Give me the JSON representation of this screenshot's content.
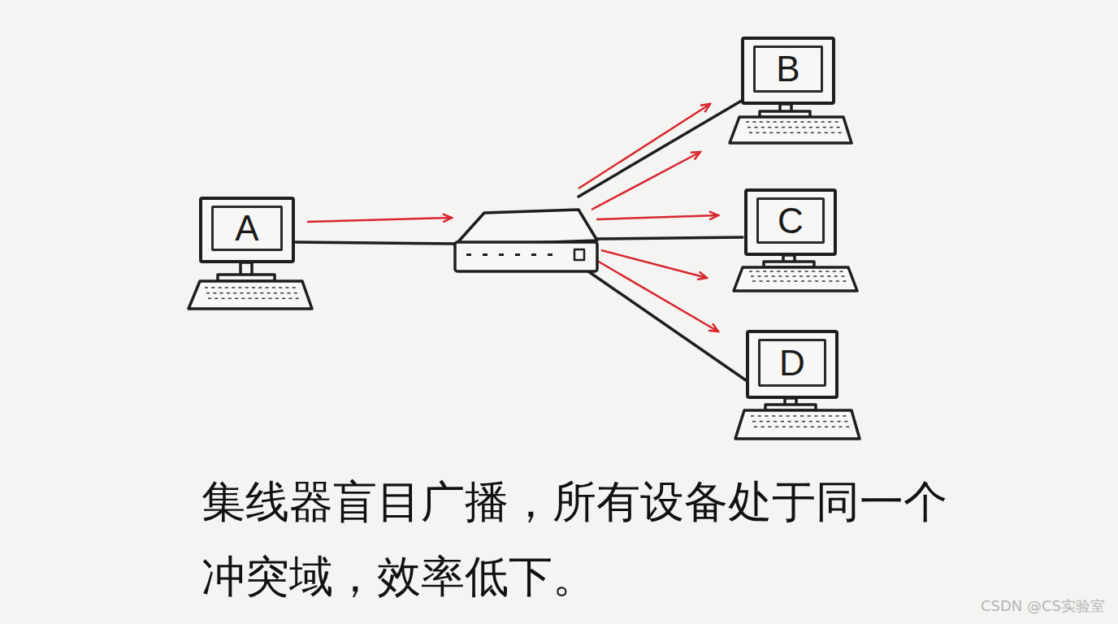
{
  "diagram": {
    "caption": "集线器盲目广播，所有设备处于同一个 冲突域，效率低下。",
    "nodes": [
      {
        "text": [
          "A"
        ]
      },
      {
        "text": [
          "B"
        ]
      },
      {
        "text": [
          "C"
        ]
      },
      {
        "text": [
          "D"
        ]
      }
    ],
    "labels": [
      "CSDN @CS实验室"
    ]
  }
}
